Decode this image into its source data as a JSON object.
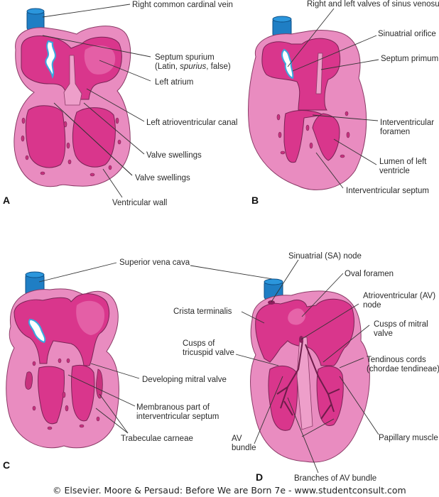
{
  "panels": {
    "A": {
      "letter": "A",
      "labels": {
        "right_common_cardinal_vein": "Right common cardinal vein",
        "septum_spurium": "Septum spurium",
        "septum_spurium_note_prefix": "(Latin, ",
        "septum_spurium_note_italic": "spurius",
        "septum_spurium_note_suffix": ", false)",
        "left_atrium": "Left atrium",
        "left_av_canal": "Left atrioventricular canal",
        "valve_swellings_1": "Valve swellings",
        "valve_swellings_2": "Valve swellings",
        "ventricular_wall": "Ventricular wall"
      }
    },
    "B": {
      "letter": "B",
      "labels": {
        "sinus_venosus_valves": "Right and left valves of sinus venosus",
        "sinuatrial_orifice": "Sinuatrial orifice",
        "septum_primum": "Septum primum",
        "iv_foramen_1": "Interventricular",
        "iv_foramen_2": "foramen",
        "lumen_lv_1": "Lumen of left",
        "lumen_lv_2": "ventricle",
        "iv_septum": "Interventricular septum"
      }
    },
    "C": {
      "letter": "C",
      "labels": {
        "superior_vena_cava": "Superior vena cava",
        "developing_mitral_valve": "Developing mitral valve",
        "membranous_1": "Membranous part of",
        "membranous_2": "interventricular septum",
        "trabeculae_carneae": "Trabeculae carneae"
      }
    },
    "D": {
      "letter": "D",
      "labels": {
        "sa_node": "Sinuatrial (SA) node",
        "oval_foramen": "Oval foramen",
        "crista_terminalis": "Crista terminalis",
        "av_node_1": "Atrioventricular (AV)",
        "av_node_2": "node",
        "cusps_tricuspid_1": "Cusps of",
        "cusps_tricuspid_2": "tricuspid valve",
        "cusps_mitral_1": "Cusps of mitral",
        "cusps_mitral_2": "valve",
        "tendinous_1": "Tendinous cords",
        "tendinous_2": "(chordae tendineae)",
        "av_bundle_1": "AV",
        "av_bundle_2": "bundle",
        "papillary_muscle": "Papillary muscle",
        "branches_av_bundle": "Branches of AV bundle"
      }
    }
  },
  "credit": "© Elsevier. Moore & Persaud: Before We are Born 7e - www.studentconsult.com",
  "colors": {
    "wall": "#e98cc0",
    "cavity": "#d9368c",
    "vein": "#1f7ec4",
    "valve_edge": "#38a9e0"
  }
}
